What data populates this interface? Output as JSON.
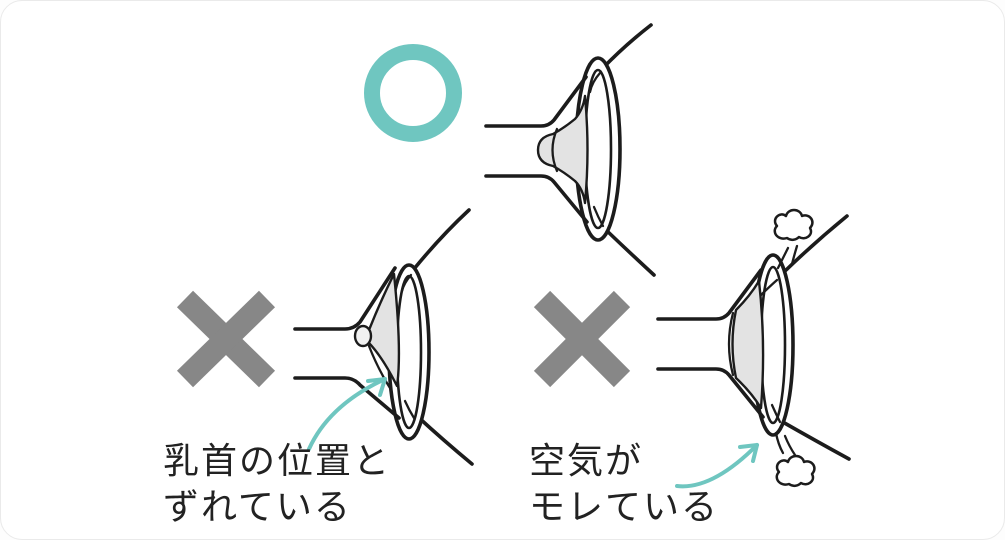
{
  "card": {
    "background": "#ffffff",
    "border": "#eaeaea"
  },
  "palette": {
    "teal": "#6fc6c0",
    "mark-gray": "#878787",
    "line": "#1c1c1c",
    "shade": "#e3e3e3",
    "text": "#222222",
    "card-bg": "#ffffff",
    "card-border": "#eaeaea"
  },
  "icons": {
    "correct_mark": "circle-outline",
    "incorrect_mark": "cross",
    "annotation_arrow": "curved-arrow",
    "air_puff": "cloud-puff"
  },
  "panels": {
    "correct": {
      "illustration": "breast-pump-flange-centered-on-nipple"
    },
    "misaligned": {
      "illustration": "breast-pump-flange-off-center",
      "label_line1": "乳首の位置と",
      "label_line2": "ずれている"
    },
    "air_leak": {
      "illustration": "breast-pump-flange-air-leaking",
      "label_line1": "空気が",
      "label_line2": "モレている"
    }
  }
}
